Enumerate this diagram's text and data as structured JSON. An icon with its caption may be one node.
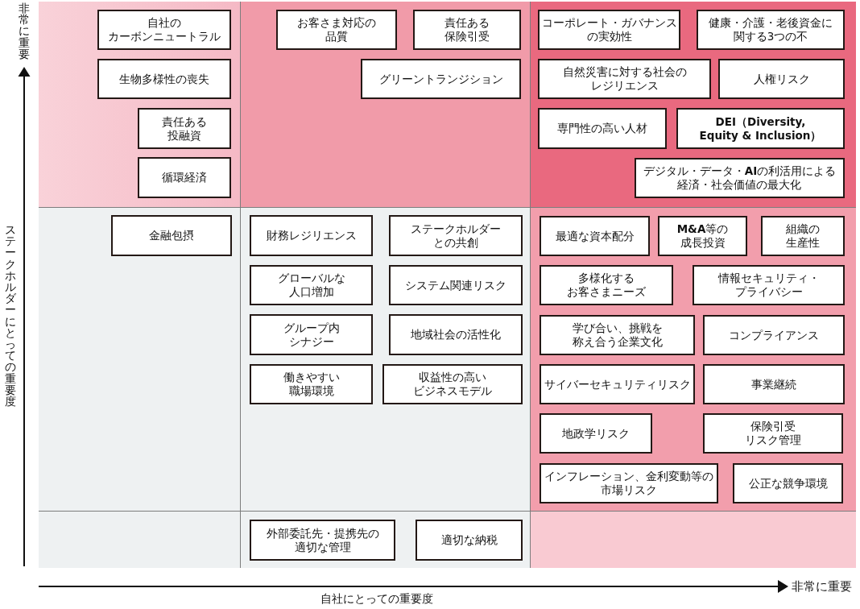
{
  "diagram": {
    "nodes": [
      {
        "text": [],
        "shape": "box"
      },
      {
        "text": [
          "自社のカーボンニュートラル"
        ],
        "in": 0
      },
      {
        "text": [
          "生物多様性の喪失"
        ],
        "in": 0
      },
      {
        "text": [
          "責任ある投融資"
        ],
        "in": 0
      },
      {
        "text": [
          "循環経済"
        ],
        "in": 0
      },
      {
        "text": [],
        "shape": "box"
      },
      {
        "text": [
          "お客さま対応の品質"
        ],
        "in": 5
      },
      {
        "text": [
          "責任ある保険引受"
        ],
        "in": 5
      },
      {
        "text": [
          "グリーントランジション"
        ],
        "in": 5
      },
      {
        "text": [],
        "shape": "box"
      },
      {
        "text": [
          "コーポレート・ガバナンスの実効性"
        ],
        "in": 9
      },
      {
        "text": [
          "健康・介護・老後資金に関する3つの不"
        ],
        "in": 9
      },
      {
        "text": [
          "自然災害に対する社会のレジリエンス"
        ],
        "in": 9
      },
      {
        "text": [
          "人権リスク"
        ],
        "in": 9
      },
      {
        "text": [
          "専門性の高い人材"
        ],
        "in": 9
      },
      {
        "text": [
          "DEI（Diversity, Equity & Inclusion）"
        ],
        "in": 9
      },
      {
        "text": [
          "デジタル・データ・**AI**の利活用による経済・社会価値の最大化"
        ],
        "in": 9
      },
      {
        "text": [],
        "shape": "box"
      },
      {
        "text": [
          "金融包摂"
        ],
        "in": 17
      },
      {
        "text": [],
        "shape": "box"
      },
      {
        "text": [
          "財務レジリエンス"
        ],
        "in": 19
      },
      {
        "text": [
          "ステークホルダーとの共創"
        ],
        "in": 19
      },
      {
        "text": [
          "グローバルな人口増加"
        ],
        "in": 19
      },
      {
        "text": [
          "システム関連リスク"
        ],
        "in": 19
      },
      {
        "text": [
          "グループ内シナジー"
        ],
        "in": 19
      },
      {
        "text": [
          "地域社会の活性化"
        ],
        "in": 19
      },
      {
        "text": [
          "働きやすい職場環境"
        ],
        "in": 19
      },
      {
        "text": [
          "収益性の高いビジネスモデル"
        ],
        "in": 19
      },
      {
        "text": [],
        "shape": "box"
      },
      {
        "text": [
          "最適な資本配分"
        ],
        "in": 28
      },
      {
        "text": [
          "**M&A**等の成長投資"
        ],
        "in": 28
      },
      {
        "text": [
          "組織の生産性"
        ],
        "in": 28
      },
      {
        "text": [
          "多様化するお客さまニーズ"
        ],
        "in": 28
      },
      {
        "text": [
          "情報セキュリティ・プライバシー"
        ],
        "in": 28
      },
      {
        "text": [
          "学び合い、挑戦を称え合う企業文化"
        ],
        "in": 28
      },
      {
        "text": [
          "コンプライアンス"
        ],
        "in": 28
      },
      {
        "text": [
          "サイバーセキュリティリスク"
        ],
        "in": 28
      },
      {
        "text": [
          "事業継続"
        ],
        "in": 28
      },
      {
        "text": [
          "地政学リスク"
        ],
        "in": 28
      },
      {
        "text": [
          "保険引受リスク管理"
        ],
        "in": 28
      },
      {
        "text": [
          "インフレーション、金利変動等の市場リスク"
        ],
        "in": 28
      },
      {
        "text": [
          "公正な競争環境"
        ],
        "in": 28
      },
      {
        "text": [],
        "shape": "box"
      },
      {
        "text": [],
        "shape": "box"
      },
      {
        "text": [
          "外部委託先・提携先の適切な管理"
        ],
        "in": 43
      },
      {
        "text": [
          "適切な納税"
        ],
        "in": 43
      },
      {
        "text": [],
        "shape": "box"
      }
    ],
    "labels": [
      "非常に重要",
      "ステークホルダーにとっての重要度",
      "非常に重要",
      "自社にとっての重要度"
    ]
  }
}
